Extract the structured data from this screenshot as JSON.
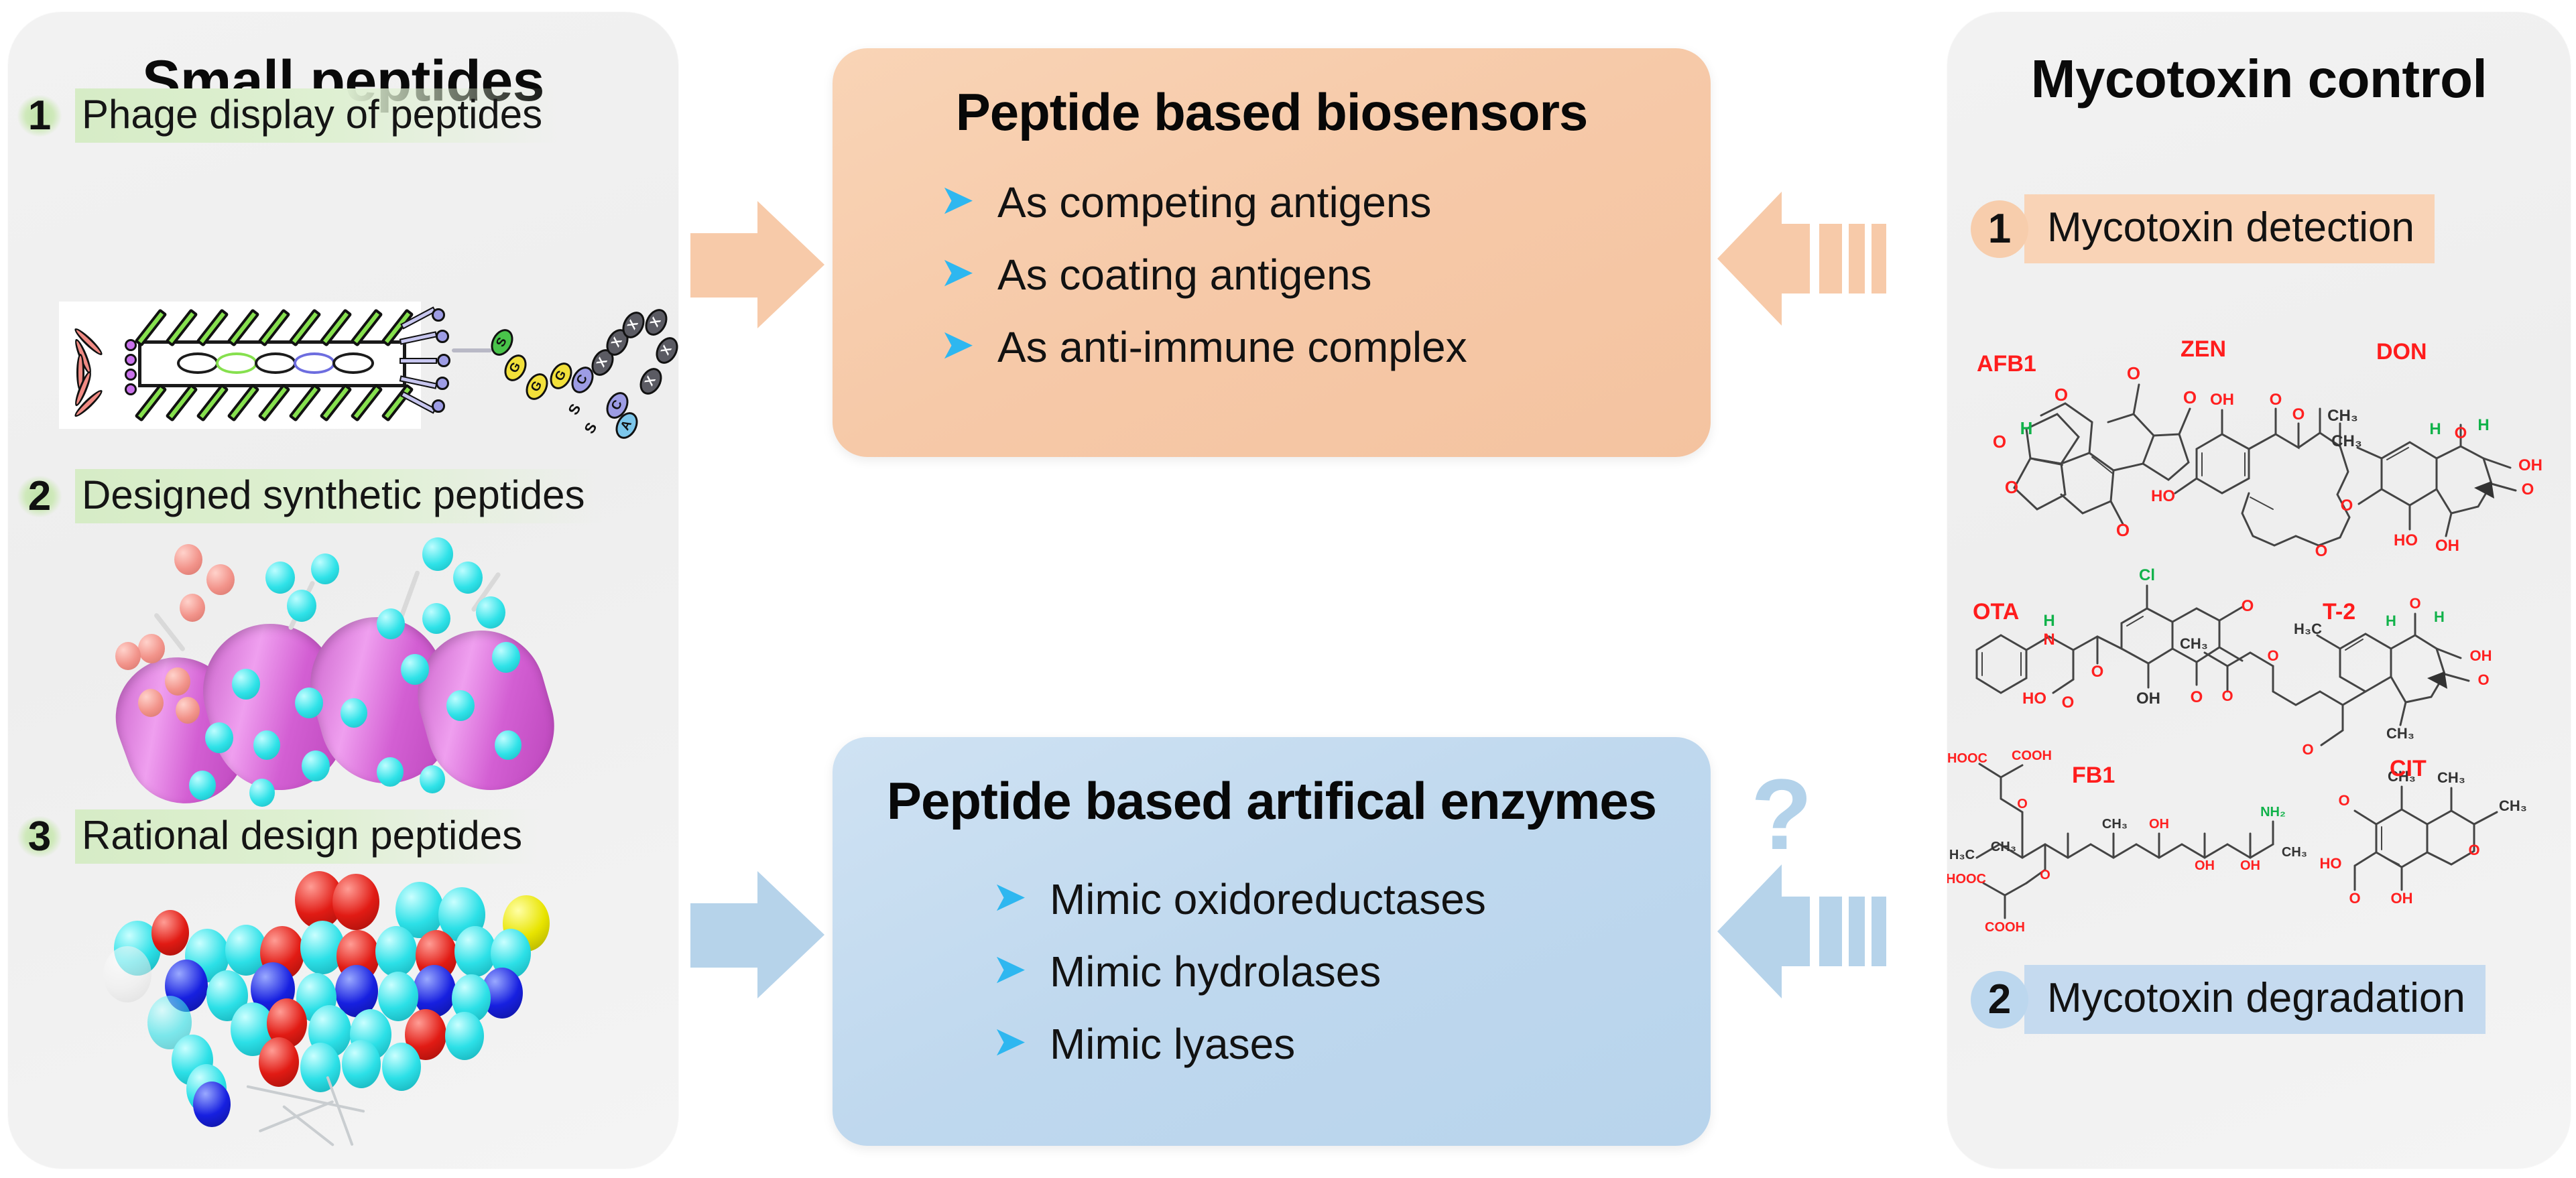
{
  "left_panel": {
    "title": "Small peptides",
    "items": [
      {
        "num": "1",
        "label": "Phage display of peptides"
      },
      {
        "num": "2",
        "label": "Designed synthetic peptides"
      },
      {
        "num": "3",
        "label": "Rational design peptides"
      }
    ],
    "phage_peptide_residues": [
      "S",
      "G",
      "G",
      "G",
      "C",
      "X",
      "X",
      "X",
      "X",
      "X",
      "X",
      "C",
      "A"
    ],
    "phage_disulfide_labels": [
      "S",
      "S"
    ]
  },
  "biosensor_box": {
    "title": "Peptide based biosensors",
    "bullet_icon": "chevron-right-icon",
    "bullets": [
      "As competing antigens",
      "As coating antigens",
      "As anti-immune complex"
    ],
    "color": "#F6C9A8"
  },
  "enzyme_box": {
    "title": "Peptide based artifical enzymes",
    "bullet_icon": "chevron-right-icon",
    "bullets": [
      "Mimic oxidoreductases",
      "Mimic hydrolases",
      "Mimic lyases"
    ],
    "color": "#BFD8EE"
  },
  "right_panel": {
    "title": "Mycotoxin control",
    "tags": [
      {
        "num": "1",
        "label": "Mycotoxin detection",
        "color": "#F9D3B6"
      },
      {
        "num": "2",
        "label": "Mycotoxin degradation",
        "color": "#C5DAEF"
      }
    ],
    "mycotoxins": [
      {
        "abbr": "AFB1"
      },
      {
        "abbr": "ZEN"
      },
      {
        "abbr": "DON"
      },
      {
        "abbr": "OTA"
      },
      {
        "abbr": "T-2"
      },
      {
        "abbr": "FB1"
      },
      {
        "abbr": "CIT"
      }
    ],
    "label_color": "#FF1C1C"
  },
  "connectors": {
    "top_left_arrow": "arrow-right-orange",
    "top_right_arrow": "arrow-left-striped-orange",
    "bottom_left_arrow": "arrow-right-blue",
    "bottom_right_arrow": "arrow-left-striped-blue",
    "question_mark": "?"
  }
}
